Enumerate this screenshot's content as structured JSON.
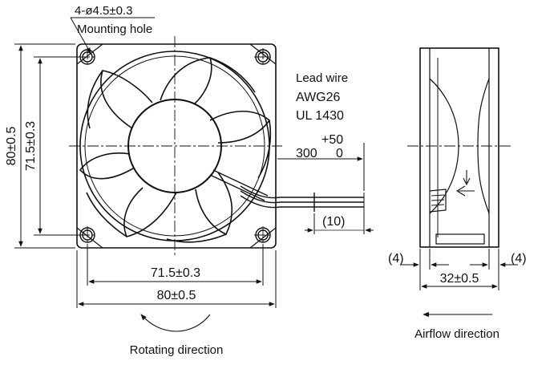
{
  "front_view": {
    "mounting_hole_dim": "4-ø4.5±0.3",
    "mounting_hole_label": "Mounting hole",
    "height_outer": "80±0.5",
    "height_inner": "71.5±0.3",
    "width_inner": "71.5±0.3",
    "width_outer": "80±0.5",
    "rotating_direction": "Rotating direction"
  },
  "lead_wire": {
    "title": "Lead wire",
    "gauge": "AWG26",
    "standard": "UL 1430",
    "tol_plus": "+50",
    "length": "300",
    "tol_minus": "0",
    "strip_length": "(10)"
  },
  "side_view": {
    "left_offset": "(4)",
    "right_offset": "(4)",
    "depth": "32±0.5",
    "airflow_direction": "Airflow direction"
  }
}
